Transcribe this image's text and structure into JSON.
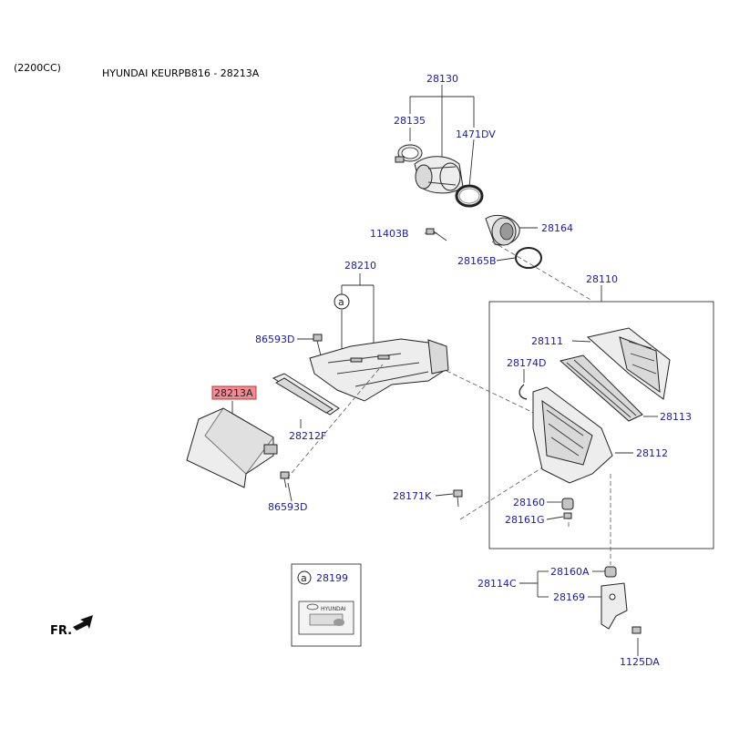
{
  "header": {
    "engine": "(2200CC)",
    "title": "HYUNDAI KEURPB816 - 28213A"
  },
  "highlight_part": "28213A",
  "labels": {
    "p28130": "28130",
    "p28135": "28135",
    "p1471DV": "1471DV",
    "p11403B": "11403B",
    "p28164": "28164",
    "p28165B": "28165B",
    "p28210": "28210",
    "ref_a": "a",
    "p86593D_top": "86593D",
    "p28213A": "28213A",
    "p28212F": "28212F",
    "p86593D_bottom": "86593D",
    "p28110": "28110",
    "p28111": "28111",
    "p28174D": "28174D",
    "p28113": "28113",
    "p28112": "28112",
    "p28171K": "28171K",
    "p28160": "28160",
    "p28161G": "28161G",
    "p28114C": "28114C",
    "p28160A": "28160A",
    "p28169": "28169",
    "p1125DA": "1125DA",
    "legend_a": "a",
    "legend_part": "28199",
    "sticker_brand": "HYUNDAI",
    "direction": "FR."
  },
  "colors": {
    "label": "#1a1aa6",
    "highlight_fill": "#f28b95",
    "highlight_stroke": "#c0392b"
  }
}
